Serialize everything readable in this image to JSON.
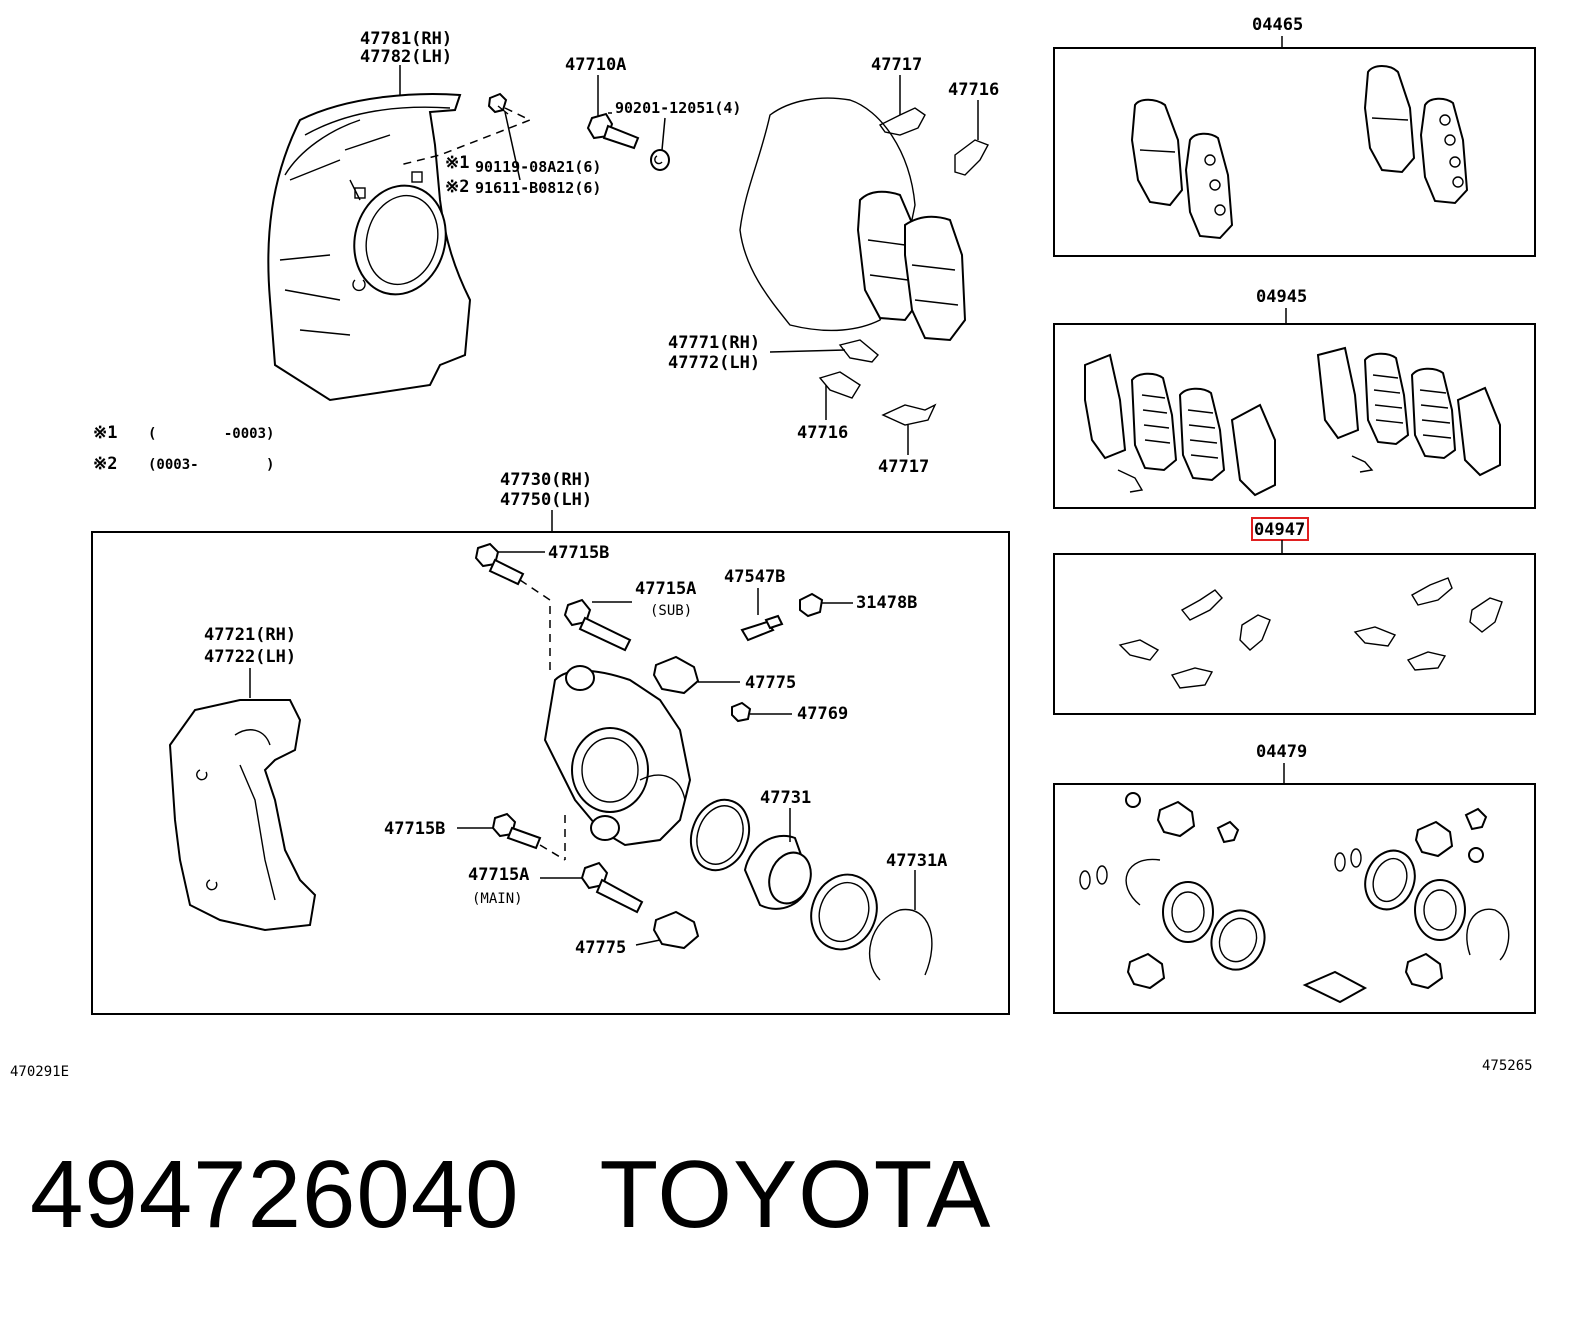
{
  "labels": {
    "shield_rh": "47781(RH)",
    "shield_lh": "47782(LH)",
    "bolt_a": "47710A",
    "washer": "90201-12051(4)",
    "note1_mark": "※1",
    "note1_part": "90119-08A21(6)",
    "note2_mark": "※2",
    "note2_part": "91611-B0812(6)",
    "clip_top": "47717",
    "clip_top_right": "47716",
    "spring_rh": "47771(RH)",
    "spring_lh": "47772(LH)",
    "clip_bottom_left": "47716",
    "clip_bottom_right": "47717",
    "caliper_rh": "47730(RH)",
    "caliper_lh": "47750(LH)",
    "bracket_rh": "47721(RH)",
    "bracket_lh": "47722(LH)",
    "bolt_b_top": "47715B",
    "pin_a_sub": "47715A",
    "sub": "(SUB)",
    "bleeder": "47547B",
    "cap": "31478B",
    "boot_top": "47775",
    "plug": "47769",
    "piston": "47731",
    "bolt_b_bottom": "47715B",
    "pin_a_main": "47715A",
    "main": "(MAIN)",
    "boot_bottom": "47775",
    "seal_ring": "47731A",
    "kit_pads": "04465",
    "kit_anti_squeal": "04945",
    "kit_fitting": "04947",
    "kit_cylinder": "04479",
    "code_left": "470291E",
    "code_right": "475265"
  },
  "notes": [
    {
      "mark": "※1",
      "range": "(        -0003)"
    },
    {
      "mark": "※2",
      "range": "(0003-        )"
    }
  ],
  "footer": {
    "part_number": "494726040",
    "brand": "TOYOTA"
  },
  "highlight_color": "#e02020"
}
